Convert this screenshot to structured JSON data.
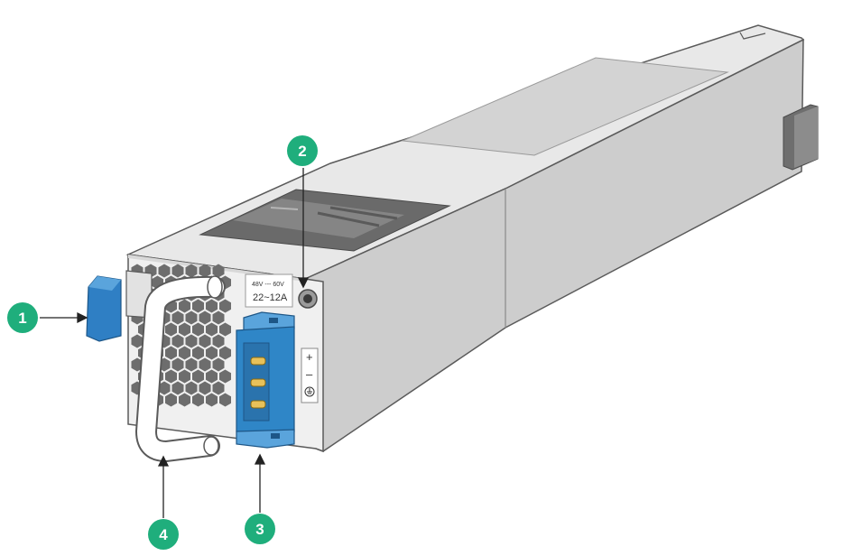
{
  "colors": {
    "callout_fill": "#1fae7c",
    "body_light": "#e6e6e6",
    "body_mid": "#d0d0d0",
    "body_dark": "#b9b9b9",
    "connector_blue": "#2f86c7",
    "latch_blue": "#2f7fc4",
    "vent_dark": "#6d6d6d",
    "outline": "#5a5a5a"
  },
  "callouts": [
    {
      "number": "1",
      "target": "latch"
    },
    {
      "number": "2",
      "target": "status-led"
    },
    {
      "number": "3",
      "target": "power-connector"
    },
    {
      "number": "4",
      "target": "handle"
    }
  ],
  "rating_label": {
    "line1": "48V --- 60V",
    "line2": "22~12A"
  },
  "polarity": {
    "plus": "+",
    "minus": "–",
    "ground_icon": "ground-icon"
  }
}
